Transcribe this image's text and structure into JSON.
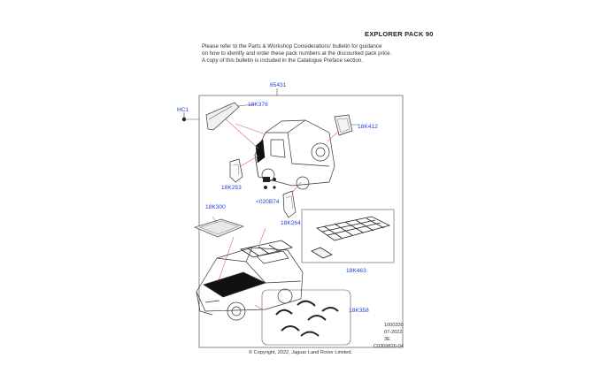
{
  "header": {
    "title": "EXPLORER PACK 90",
    "note_lines": [
      "Please refer to the Parts & Workshop Considerations' bulletin for guidance",
      "on how to identify and order these pack numbers at the discounted pack price.",
      "A copy of this bulletin is included in the Catalogue Preface section."
    ]
  },
  "callouts": {
    "pack": "65431",
    "hc1": "HC1",
    "k376": "18K376",
    "k412": "18K412",
    "k253": "18K253",
    "b74": "<020B74",
    "k264": "18K264",
    "k300": "18K300",
    "k463": "18K463",
    "k358": "18K358"
  },
  "footer": {
    "ref": "1000330",
    "date": "07-2022",
    "rev": "3E",
    "code": "C0309826-04",
    "copyright": "© Copyright, 2022, Jaguar Land Rover Limited."
  },
  "colors": {
    "callout": "#1f3fe0",
    "leader": "#e06070",
    "line": "#333333"
  }
}
